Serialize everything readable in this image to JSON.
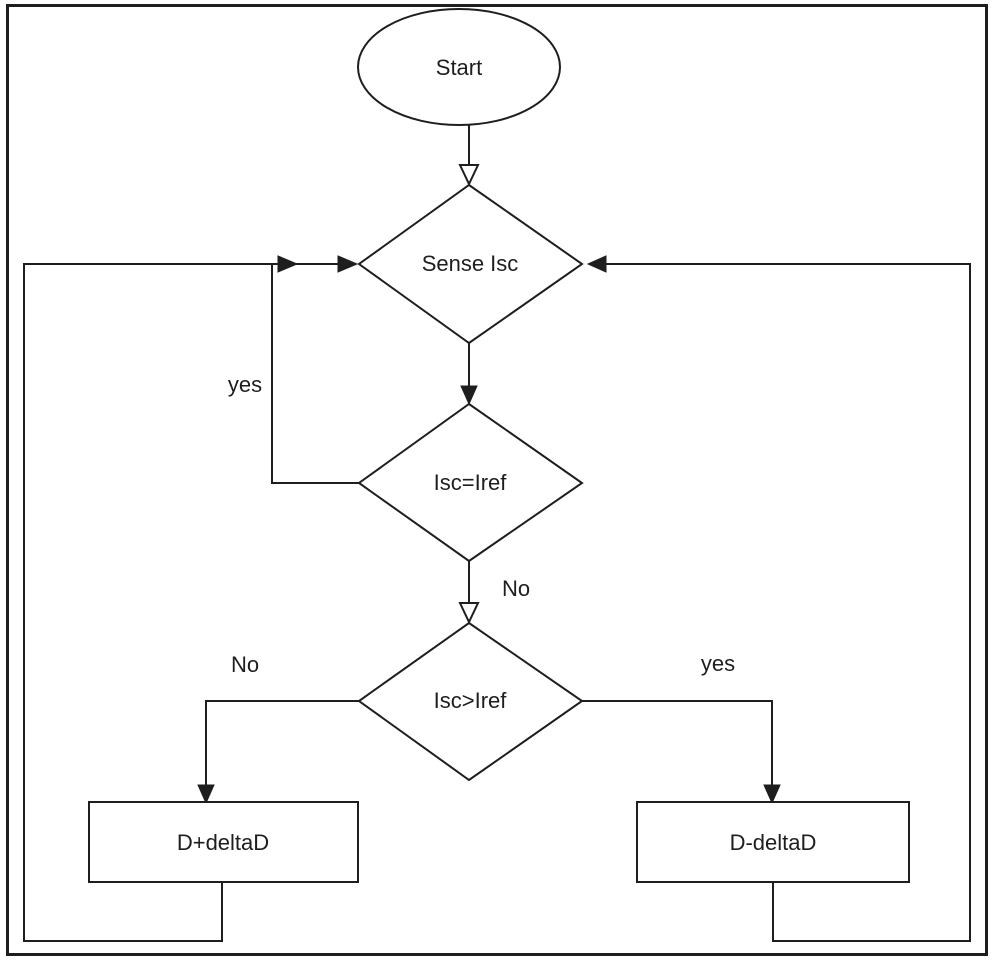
{
  "nodes": {
    "start": "Start",
    "sense": "Sense Isc",
    "equal": "Isc=Iref",
    "greater": "Isc>Iref",
    "increase": "D+deltaD",
    "decrease": "D-deltaD"
  },
  "edges": {
    "equal_yes": "yes",
    "equal_no": "No",
    "greater_no": "No",
    "greater_yes": "yes"
  }
}
